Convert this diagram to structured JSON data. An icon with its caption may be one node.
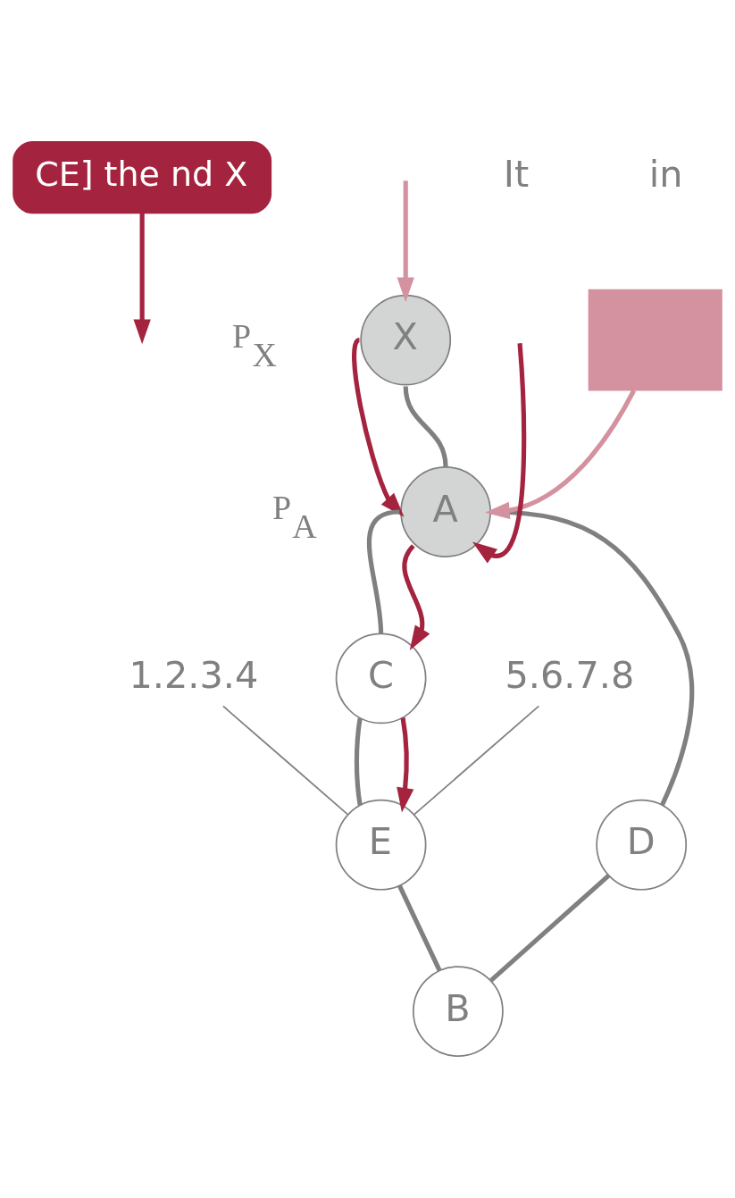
{
  "diagram": {
    "nodes": [
      {
        "text": [
          "CE] the nd X"
        ]
      },
      {
        "text": [
          "X"
        ],
        "beside": [
          "P$_{X}$"
        ]
      },
      {
        "text": [
          "A"
        ],
        "beside": [
          "P$_{A}$"
        ]
      },
      {
        "text": [
          "C"
        ]
      },
      {
        "text": [
          "D"
        ]
      },
      {
        "text": [
          "E"
        ]
      },
      {
        "text": [
          "B"
        ]
      },
      {
        "text": [
          "5.6.7.8"
        ]
      },
      {
        "text": [
          "1.2.3.4"
        ]
      },
      {
        "text": [],
        "shape": "box"
      }
    ],
    "edges": [
      {
        "from": 1,
        "to": 2,
        "arrow": "none"
      },
      {
        "from": 2,
        "to": 3,
        "arrow": "none"
      },
      {
        "from": 2,
        "to": 4,
        "arrow": "none"
      },
      {
        "from": 3,
        "to": 5,
        "arrow": "none"
      },
      {
        "from": 5,
        "to": 6,
        "arrow": "none"
      },
      {
        "from": 4,
        "to": 6,
        "arrow": "none"
      },
      {
        "from": 1,
        "to": 2,
        "arrow": "to",
        "color": "#a4243f"
      },
      {
        "from": 2,
        "to": 3,
        "arrow": "to",
        "color": "#a4243f"
      },
      {
        "from": 3,
        "to": 5,
        "arrow": "to",
        "color": "#a4243f"
      },
      {
        "from": 0,
        "to": null,
        "arrow": "to",
        "color": "#a4243f"
      },
      {
        "from": 9,
        "to": 2,
        "arrow": "to",
        "color": "#d4919f"
      },
      {
        "from": null,
        "to": 1,
        "arrow": "to",
        "color": "#d4919f"
      },
      {
        "from": null,
        "to": 2,
        "arrow": "to",
        "color": "#a4243f"
      },
      {
        "from": 7,
        "to": 5,
        "arrow": "none"
      },
      {
        "from": 8,
        "to": 5,
        "arrow": "none"
      }
    ],
    "labels": [
      "It",
      "in"
    ]
  }
}
